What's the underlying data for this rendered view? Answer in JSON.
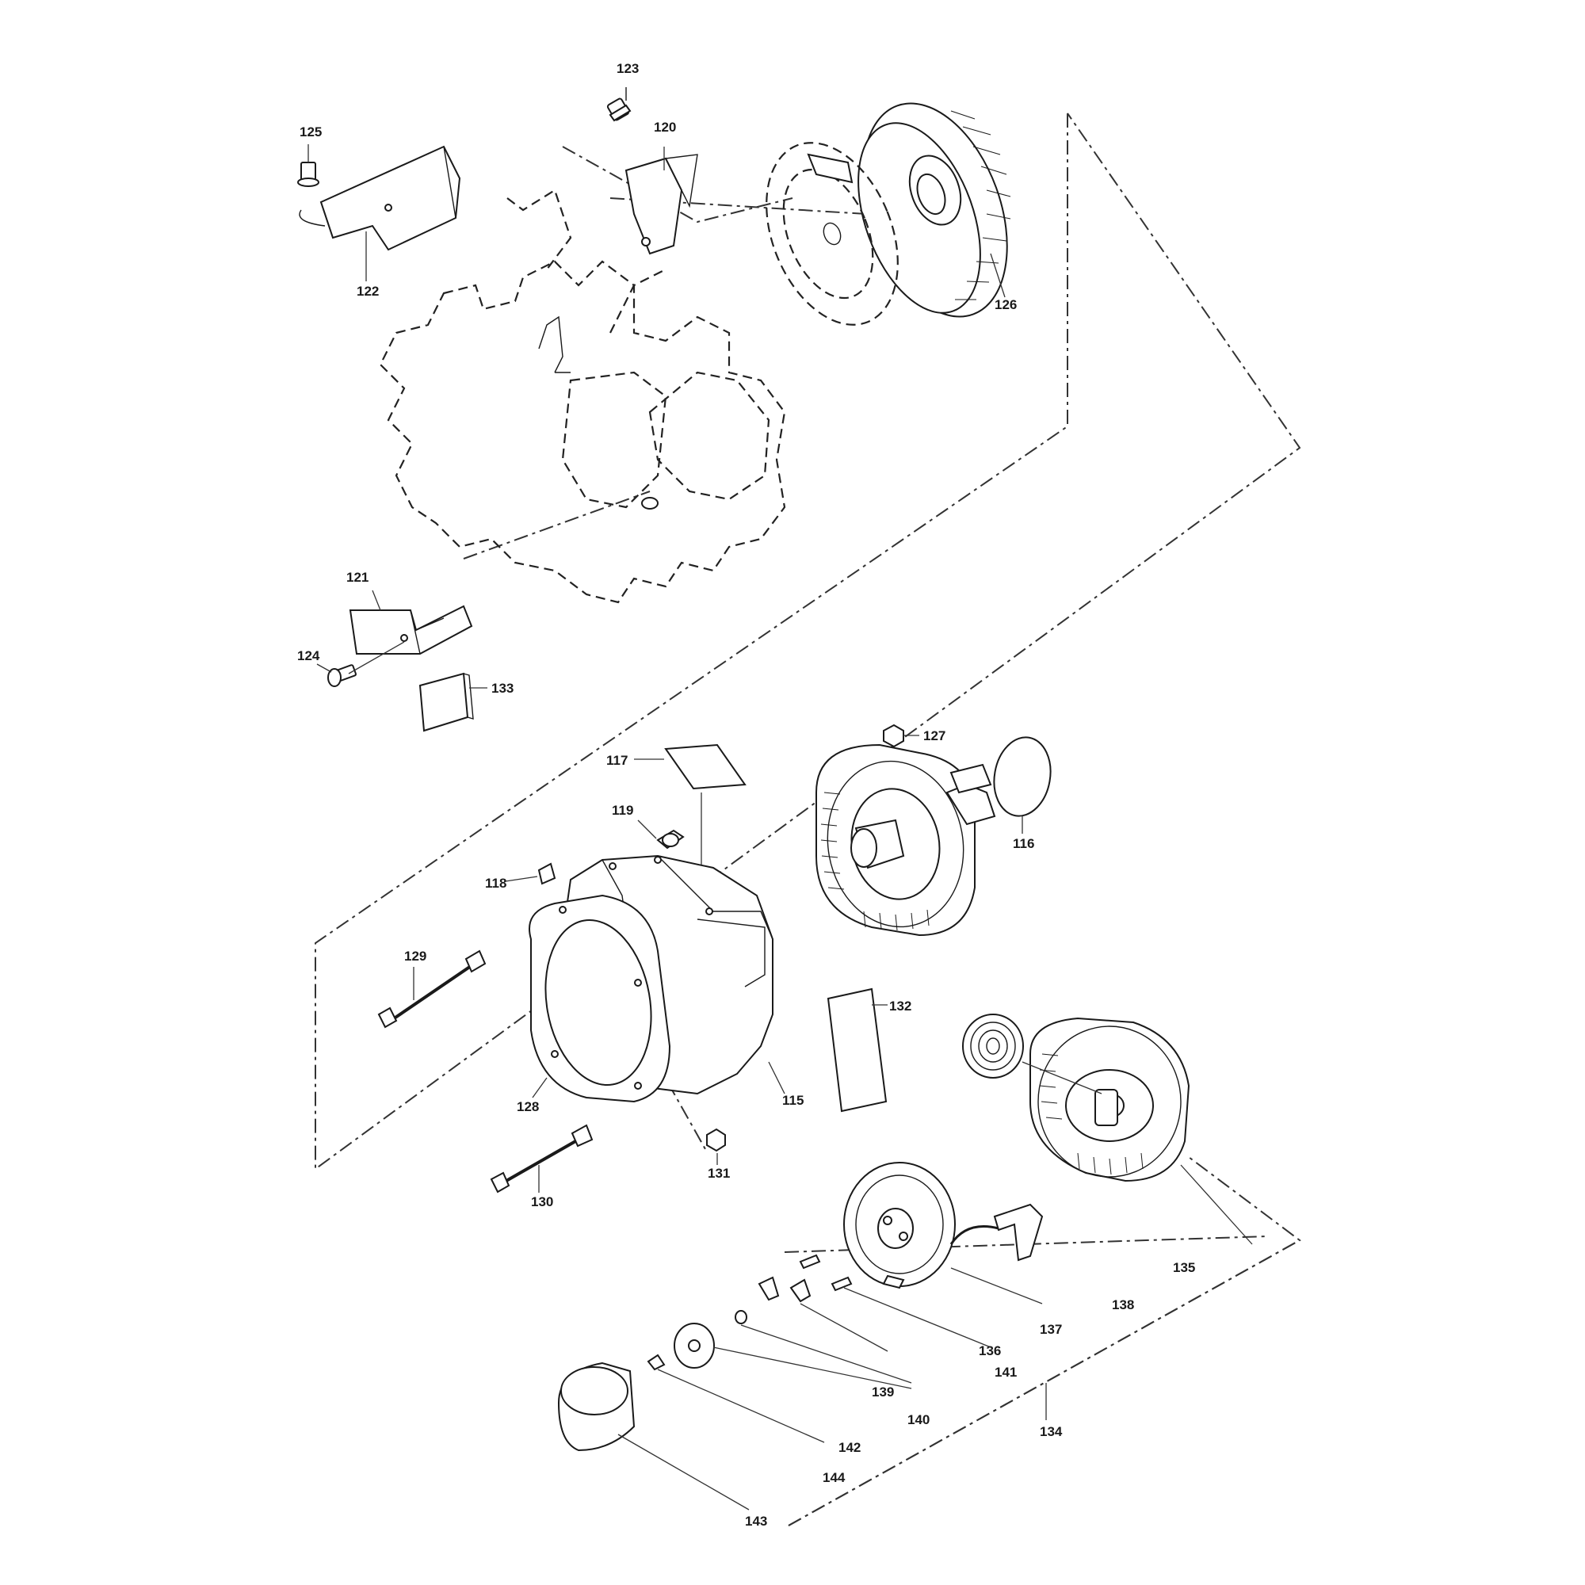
{
  "labels": [
    {
      "id": "123",
      "text": "123"
    },
    {
      "id": "120",
      "text": "120"
    },
    {
      "id": "125",
      "text": "125"
    },
    {
      "id": "122",
      "text": "122"
    },
    {
      "id": "126",
      "text": "126"
    },
    {
      "id": "121",
      "text": "121"
    },
    {
      "id": "124",
      "text": "124"
    },
    {
      "id": "133",
      "text": "133"
    },
    {
      "id": "117",
      "text": "117"
    },
    {
      "id": "127",
      "text": "127"
    },
    {
      "id": "116",
      "text": "116"
    },
    {
      "id": "119",
      "text": "119"
    },
    {
      "id": "118",
      "text": "118"
    },
    {
      "id": "129",
      "text": "129"
    },
    {
      "id": "132",
      "text": "132"
    },
    {
      "id": "128",
      "text": "128"
    },
    {
      "id": "115",
      "text": "115"
    },
    {
      "id": "131",
      "text": "131"
    },
    {
      "id": "130",
      "text": "130"
    },
    {
      "id": "135",
      "text": "135"
    },
    {
      "id": "138",
      "text": "138"
    },
    {
      "id": "137",
      "text": "137"
    },
    {
      "id": "136",
      "text": "136"
    },
    {
      "id": "141",
      "text": "141"
    },
    {
      "id": "139",
      "text": "139"
    },
    {
      "id": "140",
      "text": "140"
    },
    {
      "id": "134",
      "text": "134"
    },
    {
      "id": "142",
      "text": "142"
    },
    {
      "id": "144",
      "text": "144"
    },
    {
      "id": "143",
      "text": "143"
    }
  ]
}
